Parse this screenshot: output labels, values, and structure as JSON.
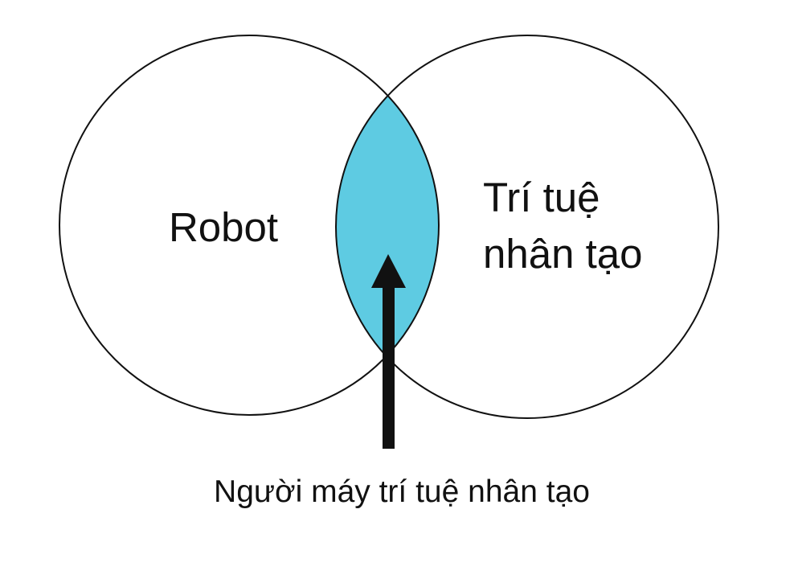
{
  "diagram": {
    "left_set": {
      "label": "Robot"
    },
    "right_set": {
      "label_lines": [
        "Trí tuệ",
        "nhân tạo"
      ]
    },
    "intersection": {
      "label": "Người máy trí tuệ nhân tạo"
    }
  },
  "colors": {
    "intersection_fill": "#5ecbe2",
    "outline": "#111111",
    "arrow": "#111111",
    "background": "#ffffff"
  }
}
